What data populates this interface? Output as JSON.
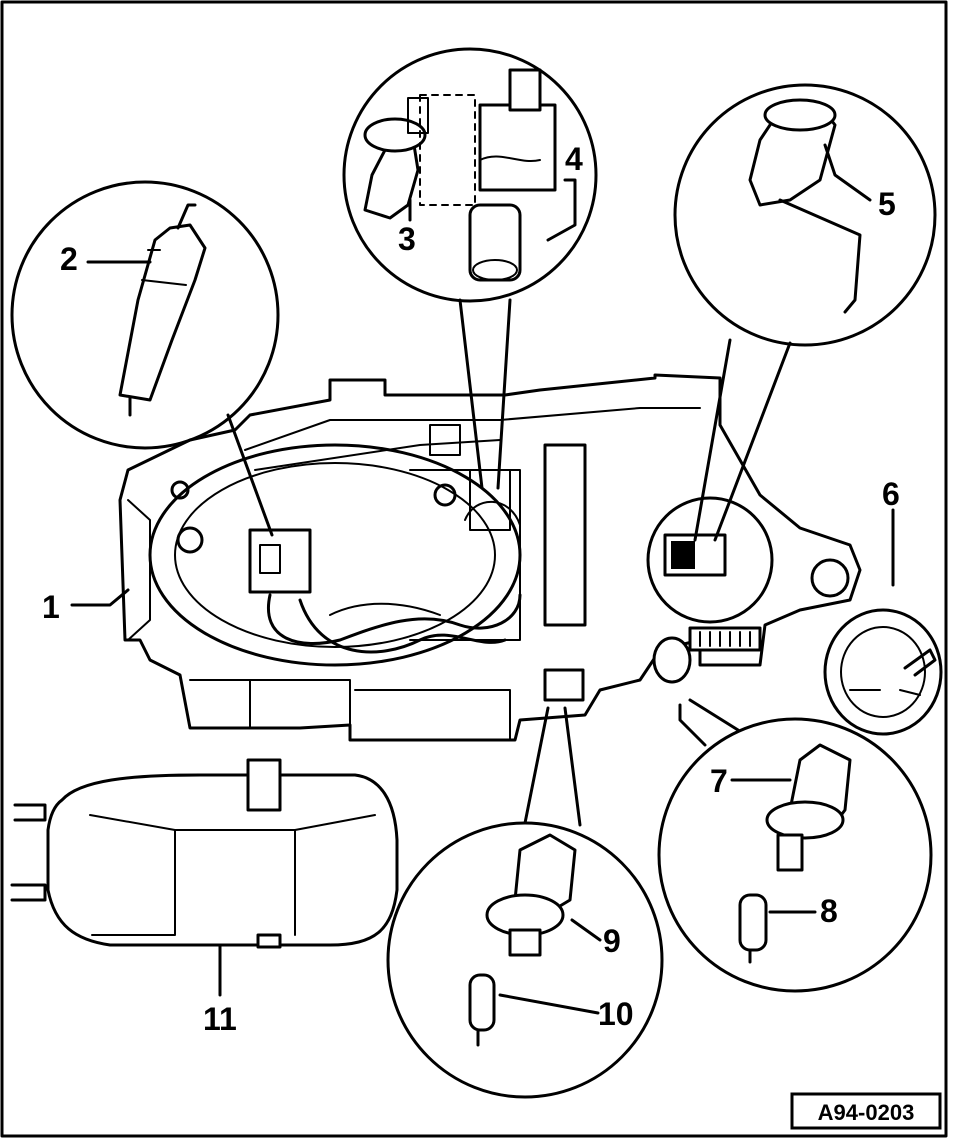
{
  "figure_ref": "A94-0203",
  "callouts": {
    "c1": "1",
    "c2": "2",
    "c3": "3",
    "c4": "4",
    "c5": "5",
    "c6": "6",
    "c7": "7",
    "c8": "8",
    "c9": "9",
    "c10": "10",
    "c11": "11"
  }
}
